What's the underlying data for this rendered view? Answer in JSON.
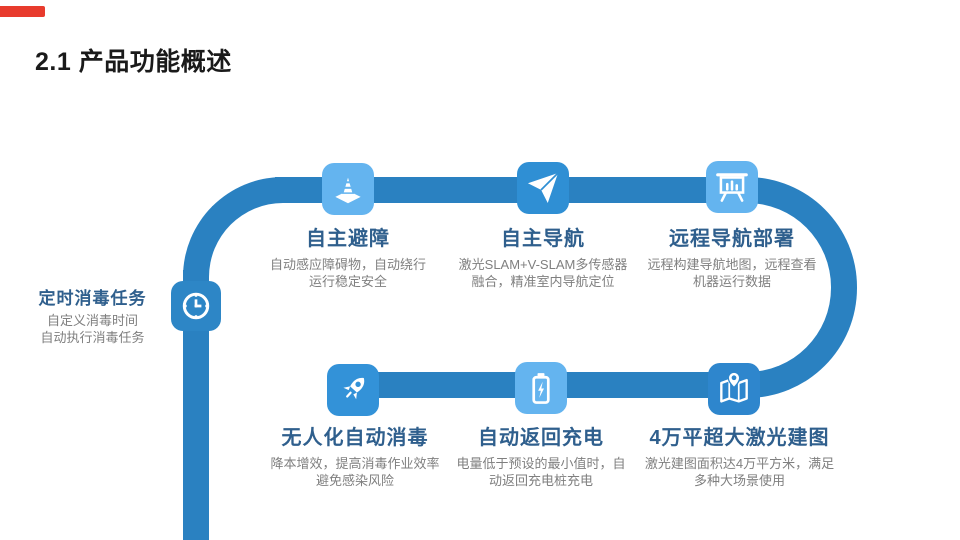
{
  "slide": {
    "title": "2.1 产品功能概述"
  },
  "colors": {
    "accent_red": "#e83b2d",
    "pipe_blue": "#2a81c1",
    "node_title": "#2f5f8d",
    "desc_gray": "#7f7f7f",
    "slide_title": "#1a1a1a",
    "icon_light_blue": "#64b4ef",
    "icon_dark_blue": "#2f8fd4"
  },
  "nodes": [
    {
      "icon": "traffic-cone-icon",
      "icon_color": "#64b4ef",
      "title": "自主避障",
      "desc": [
        "自动感应障碍物，自动绕行",
        "运行稳定安全"
      ]
    },
    {
      "icon": "paper-plane-icon",
      "icon_color": "#2f8fd4",
      "title": "自主导航",
      "desc": [
        "激光SLAM+V-SLAM多传感器",
        "融合，精准室内导航定位"
      ]
    },
    {
      "icon": "presentation-board-icon",
      "icon_color": "#64b4ef",
      "title": "远程导航部署",
      "desc": [
        "远程构建导航地图，远程查看",
        "机器运行数据"
      ]
    },
    {
      "icon": "clock-icon",
      "icon_color": "#2d86c6",
      "title": "定时消毒任务",
      "desc": [
        "自定义消毒时间",
        "自动执行消毒任务"
      ]
    },
    {
      "icon": "rocket-icon",
      "icon_color": "#3392d8",
      "title": "无人化自动消毒",
      "desc": [
        "降本增效，提高消毒作业效率",
        "避免感染风险"
      ]
    },
    {
      "icon": "battery-icon",
      "icon_color": "#64b4ef",
      "title": "自动返回充电",
      "desc": [
        "电量低于预设的最小值时，自",
        "动返回充电桩充电"
      ]
    },
    {
      "icon": "map-icon",
      "icon_color": "#2e86cd",
      "title": "4万平超大激光建图",
      "desc": [
        "激光建图面积达4万平方米，满足",
        "多种大场景使用"
      ]
    }
  ]
}
